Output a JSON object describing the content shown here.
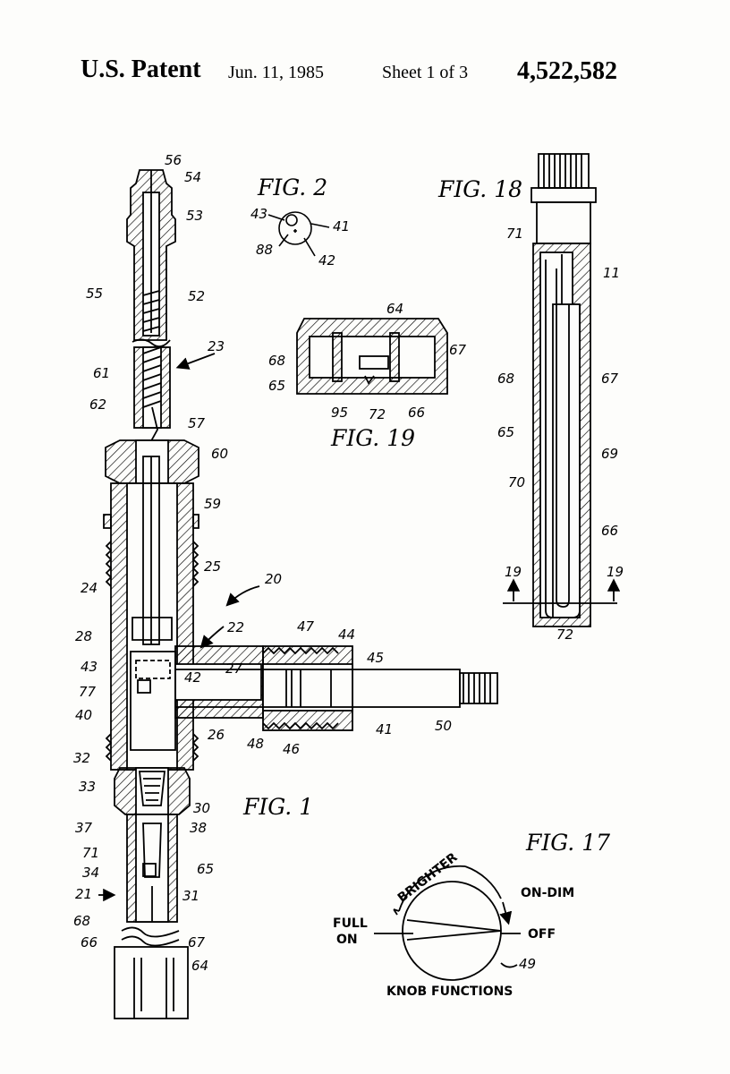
{
  "header": {
    "patent_label": "U.S. Patent",
    "date": "Jun. 11, 1985",
    "sheet": "Sheet 1 of 3",
    "patent_number": "4,522,582"
  },
  "figures": {
    "fig1": {
      "label": "FIG. 1",
      "refs": {
        "r56": "56",
        "r54": "54",
        "r53": "53",
        "r55": "55",
        "r52": "52",
        "r23": "23",
        "r61": "61",
        "r62": "62",
        "r57": "57",
        "r60": "60",
        "r59": "59",
        "r25": "25",
        "r20": "20",
        "r24": "24",
        "r28": "28",
        "r22": "22",
        "r47": "47",
        "r44": "44",
        "r45": "45",
        "r43": "43",
        "r42": "42",
        "r27": "27",
        "r77": "77",
        "r40": "40",
        "r26": "26",
        "r48": "48",
        "r46": "46",
        "r41": "41",
        "r50": "50",
        "r32": "32",
        "r33": "33",
        "r30": "30",
        "r37": "37",
        "r38": "38",
        "r71": "71",
        "r34": "34",
        "r65": "65",
        "r21": "21",
        "r31": "31",
        "r68": "68",
        "r66": "66",
        "r67": "67",
        "r64": "64"
      }
    },
    "fig2": {
      "label": "FIG. 2",
      "refs": {
        "r43": "43",
        "r41": "41",
        "r88": "88",
        "r42": "42"
      }
    },
    "fig18": {
      "label": "FIG. 18",
      "refs": {
        "r71": "71",
        "r11": "11",
        "r68": "68",
        "r67": "67",
        "r65": "65",
        "r69": "69",
        "r70": "70",
        "r66": "66",
        "r19a": "19",
        "r19b": "19",
        "r72": "72"
      }
    },
    "fig19": {
      "label": "FIG. 19",
      "refs": {
        "r64": "64",
        "r68": "68",
        "r67": "67",
        "r65": "65",
        "r95": "95",
        "r72": "72",
        "r66": "66"
      }
    },
    "fig17": {
      "label": "FIG. 17",
      "refs": {
        "r49": "49"
      },
      "labels": {
        "brighter": "BRIGHTER",
        "on_dim": "ON-DIM",
        "full": "FULL",
        "on": "ON",
        "off": "OFF",
        "caption": "KNOB FUNCTIONS"
      }
    }
  }
}
